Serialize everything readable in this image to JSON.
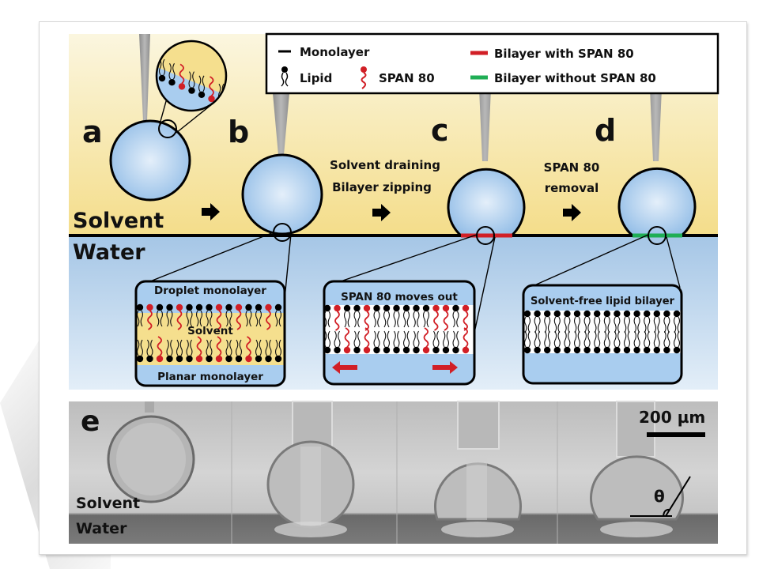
{
  "figure": {
    "panels": {
      "a": "a",
      "b": "b",
      "c": "c",
      "d": "d",
      "e": "e"
    },
    "phase_labels": {
      "solvent": "Solvent",
      "water": "Water"
    },
    "legend": {
      "monolayer": "Monolayer",
      "lipid": "Lipid",
      "span80": "SPAN 80",
      "bilayer_with_span": "Bilayer with SPAN 80",
      "bilayer_without_span": "Bilayer without SPAN 80"
    },
    "steps": {
      "b_to_c_line1": "Solvent draining",
      "b_to_c_line2": "Bilayer zipping",
      "c_to_d_line1": "SPAN 80",
      "c_to_d_line2": "removal"
    },
    "insets": {
      "b_top": "Droplet monolayer",
      "b_middle": "Solvent",
      "b_bottom": "Planar monolayer",
      "c_title": "SPAN 80 moves out",
      "d_title": "Solvent-free lipid bilayer"
    },
    "micrograph": {
      "solvent": "Solvent",
      "water": "Water",
      "scale_bar": "200 µm",
      "angle_symbol": "θ"
    },
    "colors": {
      "solvent_top": "#fbf5dc",
      "solvent_bottom": "#f4de8c",
      "water_top": "#a7c7e7",
      "water_bottom": "#e2edf7",
      "span80_red": "#d11f26",
      "bilayer_green": "#1fae55",
      "droplet_blue": "#a9cdef",
      "pipette_gray": "#9a9a9a"
    }
  }
}
